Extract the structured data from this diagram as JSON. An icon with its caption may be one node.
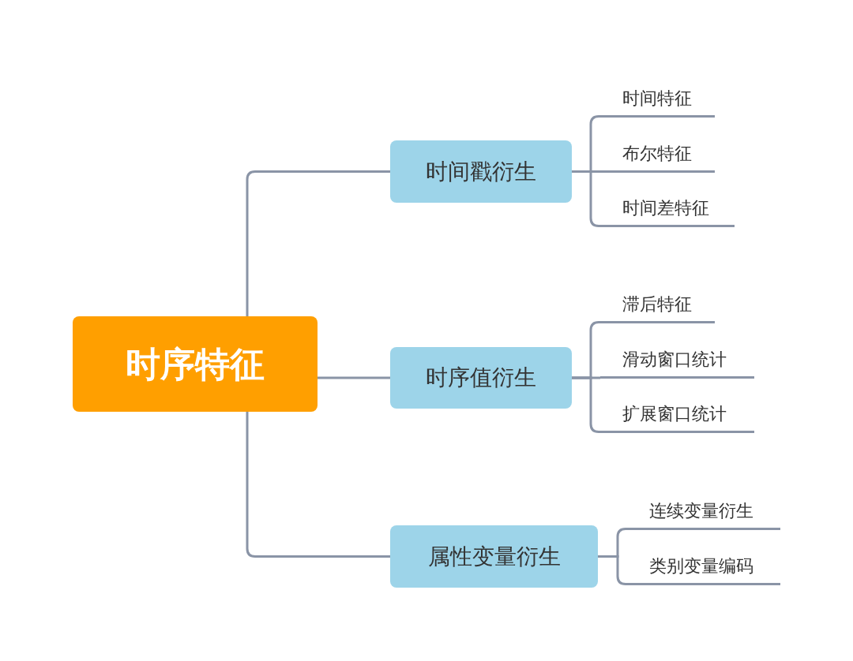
{
  "diagram": {
    "nodes": [
      {
        "text": [
          "时序特征"
        ]
      },
      {
        "text": [
          "时间戳衍生"
        ]
      },
      {
        "text": [
          "时间特征"
        ]
      },
      {
        "text": [
          "布尔特征"
        ]
      },
      {
        "text": [
          "时间差特征"
        ]
      },
      {
        "text": [
          "时序值衍生"
        ]
      },
      {
        "text": [
          "滞后特征"
        ]
      },
      {
        "text": [
          "滑动窗口统计"
        ]
      },
      {
        "text": [
          "扩展窗口统计"
        ]
      },
      {
        "text": [
          "属性变量衍生"
        ]
      },
      {
        "text": [
          "连续变量衍生"
        ]
      },
      {
        "text": [
          "类别变量编码"
        ]
      }
    ],
    "edges": [
      {
        "from": 0,
        "to": 1,
        "arrow": "none"
      },
      {
        "from": 0,
        "to": 5,
        "arrow": "none"
      },
      {
        "from": 0,
        "to": 9,
        "arrow": "none"
      },
      {
        "from": 1,
        "to": 2,
        "arrow": "none"
      },
      {
        "from": 1,
        "to": 3,
        "arrow": "none"
      },
      {
        "from": 1,
        "to": 4,
        "arrow": "none"
      },
      {
        "from": 5,
        "to": 6,
        "arrow": "none"
      },
      {
        "from": 5,
        "to": 7,
        "arrow": "none"
      },
      {
        "from": 5,
        "to": 8,
        "arrow": "none"
      },
      {
        "from": 9,
        "to": 10,
        "arrow": "none"
      },
      {
        "from": 9,
        "to": 11,
        "arrow": "none"
      }
    ]
  }
}
